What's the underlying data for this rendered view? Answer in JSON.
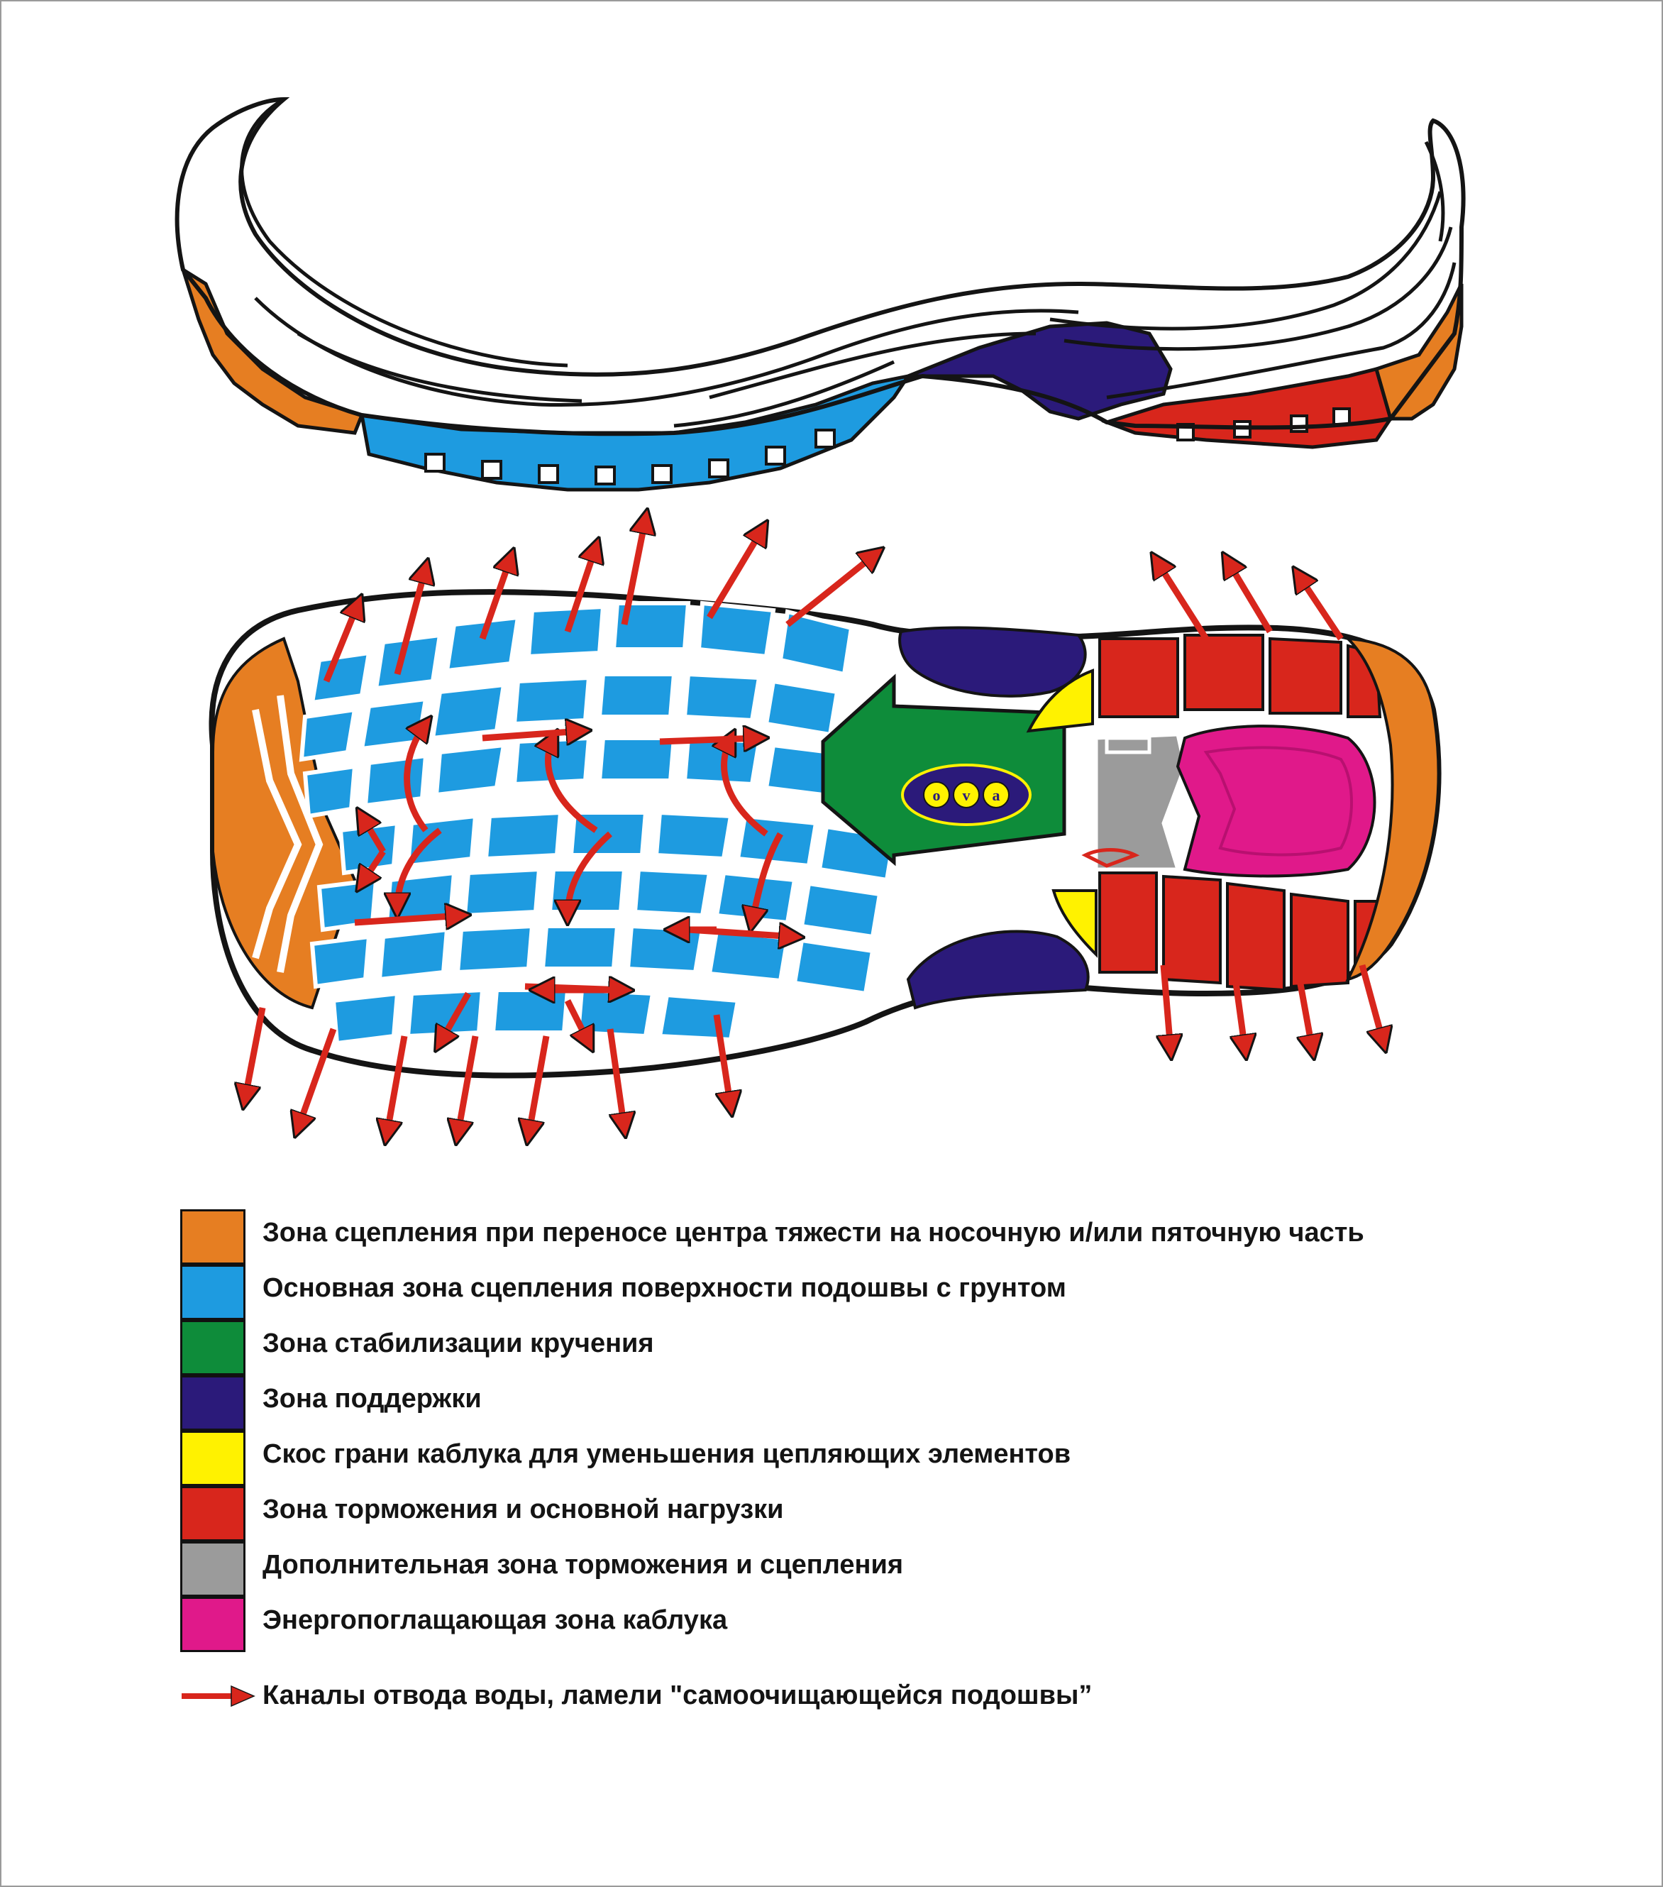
{
  "colors": {
    "orange": "#E67E22",
    "blue": "#1E9BE0",
    "green": "#0E8C3A",
    "navy": "#2B1A7A",
    "yellow": "#FFF200",
    "red": "#D8261C",
    "gray": "#9B9B9B",
    "magenta": "#E0198A",
    "arrow": "#D8261C",
    "outline": "#141414"
  },
  "logo": {
    "letters": [
      "о",
      "v",
      "а"
    ]
  },
  "legend": {
    "items": [
      {
        "label": "Зона сцепления при переносе центра тяжести на носочную и/или пяточную часть",
        "color": "#E67E22"
      },
      {
        "label": "Основная зона сцепления поверхности подошвы с грунтом",
        "color": "#1E9BE0"
      },
      {
        "label": "Зона стабилизации кручения",
        "color": "#0E8C3A"
      },
      {
        "label": "Зона поддержки",
        "color": "#2B1A7A"
      },
      {
        "label": "Скос грани каблука для уменьшения цепляющих элементов",
        "color": "#FFF200"
      },
      {
        "label": "Зона торможения и основной нагрузки",
        "color": "#D8261C"
      },
      {
        "label": "Дополнительная зона торможения и сцепления",
        "color": "#9B9B9B"
      },
      {
        "label": "Энергопоглащающая зона каблука",
        "color": "#E0198A"
      }
    ],
    "arrow_label": "Каналы отвода воды, ламели \"самоочищающейся подошвы”",
    "arrow_icon": "red-arrow-icon"
  }
}
